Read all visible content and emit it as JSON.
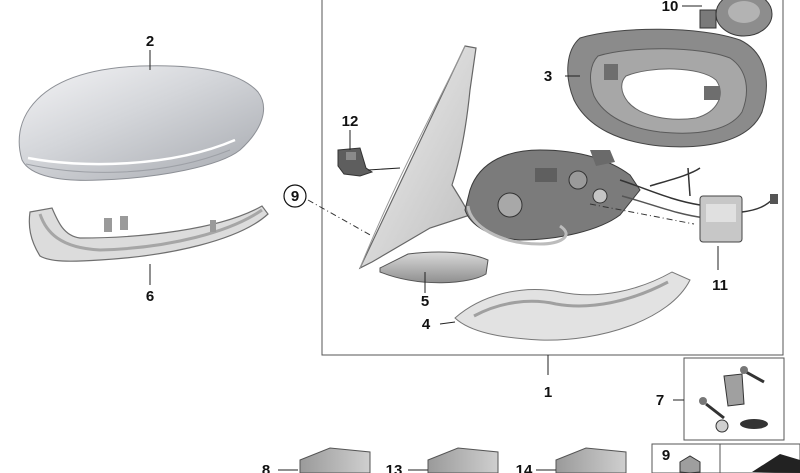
{
  "callouts": {
    "c1": "1",
    "c2": "2",
    "c3": "3",
    "c4": "4",
    "c5": "5",
    "c6": "6",
    "c7": "7",
    "c8": "8",
    "c9": "9",
    "c9b": "9",
    "c10": "10",
    "c11": "11",
    "c12": "12",
    "c13": "13",
    "c14": "14"
  }
}
